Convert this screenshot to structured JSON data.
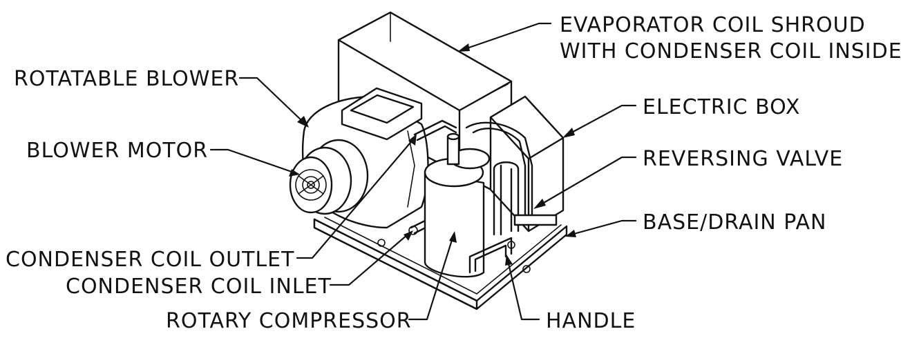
{
  "labels": {
    "evaporator_shroud_line1": "EVAPORATOR COIL SHROUD",
    "evaporator_shroud_line2": "WITH CONDENSER COIL INSIDE",
    "rotatable_blower": "ROTATABLE BLOWER",
    "electric_box": "ELECTRIC BOX",
    "blower_motor": "BLOWER MOTOR",
    "reversing_valve": "REVERSING VALVE",
    "base_drain_pan": "BASE/DRAIN PAN",
    "condenser_coil_outlet": "CONDENSER COIL OUTLET",
    "condenser_coil_inlet": "CONDENSER COIL INLET",
    "rotary_compressor": "ROTARY COMPRESSOR",
    "handle": "HANDLE"
  }
}
